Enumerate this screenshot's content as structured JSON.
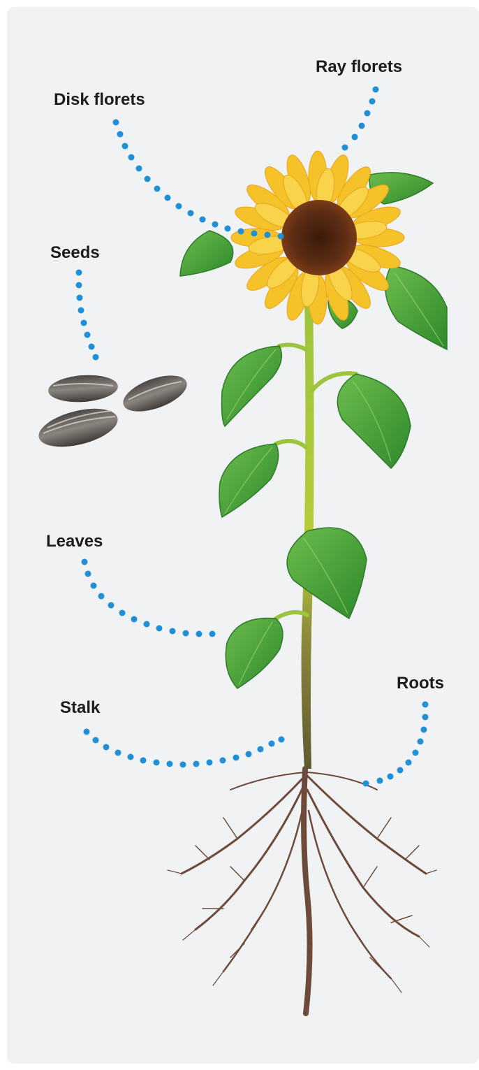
{
  "labels": {
    "ray_florets": "Ray florets",
    "disk_florets": "Disk florets",
    "seeds": "Seeds",
    "leaves": "Leaves",
    "stalk": "Stalk",
    "roots": "Roots"
  },
  "colors": {
    "background": "#f1f2f4",
    "leader_dots": "#1f8fd6",
    "label_text": "#1d1d1f",
    "petals": "#f6c22a",
    "disk": "#5a2a12",
    "leaf": "#4aa63a",
    "stalk": "#a6c63a",
    "roots": "#6e4a3a",
    "seed": "#6f6a66"
  }
}
